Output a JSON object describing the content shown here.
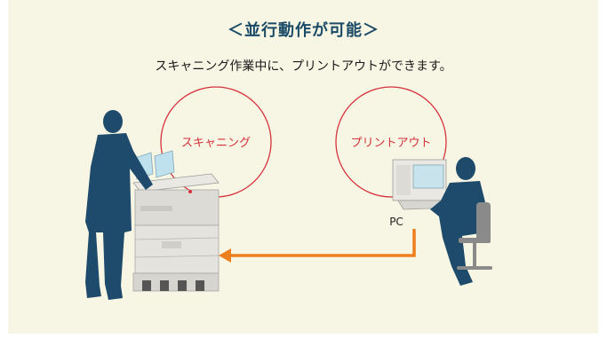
{
  "header": {
    "title": "＜並行動作が可能＞",
    "subtitle": "スキャニング作業中に、プリントアウトができます。"
  },
  "diagram": {
    "scanning_label": "スキャニング",
    "printout_label": "プリントアウト",
    "pc_label": "PC",
    "colors": {
      "circle": "#d6303a",
      "arrow": "#ee7f1f",
      "figure": "#1e4b6b",
      "background": "#f7f5e3"
    }
  }
}
